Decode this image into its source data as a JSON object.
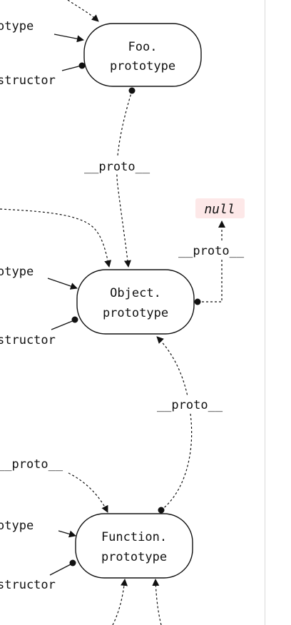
{
  "nodes": {
    "foo_prototype": {
      "line1": "Foo.",
      "line2": "prototype"
    },
    "object_prototype": {
      "line1": "Object.",
      "line2": "prototype"
    },
    "function_prototype": {
      "line1": "Function.",
      "line2": "prototype"
    },
    "null_node": {
      "label": "null"
    }
  },
  "labels": {
    "foo_prototype_in": "otype",
    "foo_constructor": "structor",
    "foo_to_object_proto": "__proto__",
    "object_to_null_proto": "__proto__",
    "object_prototype_in": "otype",
    "object_constructor": "structor",
    "function_to_object_proto": "__proto__",
    "function_incoming_proto": "__proto__",
    "function_prototype_in": "otype",
    "function_constructor": "structor"
  },
  "colors": {
    "null_background": "#fde8e8",
    "stroke": "#111111",
    "divider": "#d9d9d9"
  }
}
